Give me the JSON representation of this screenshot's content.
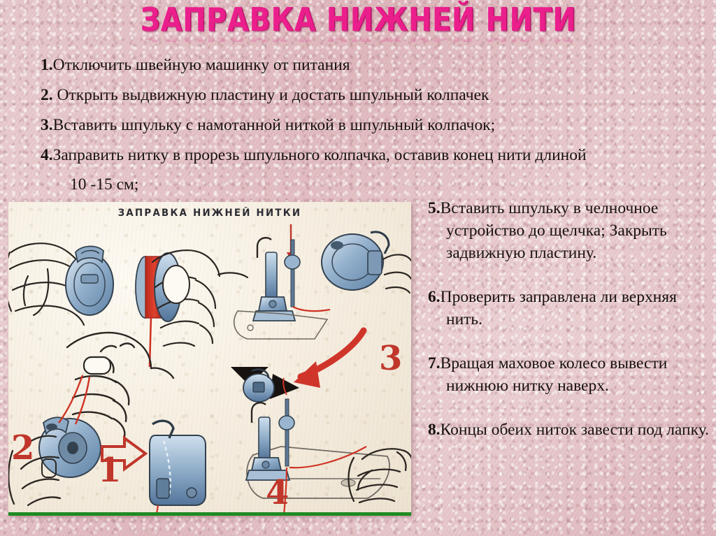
{
  "slide": {
    "title": "ЗАПРАВКА НИЖНЕЙ НИТИ",
    "background_color": "#e2bdc1",
    "title_color": "#ea1f8c"
  },
  "top_steps": [
    {
      "num": "1.",
      "text": "Отключить швейную машинку от питания"
    },
    {
      "num": "2.",
      "text": " Открыть выдвижную пластину и достать шпульный колпачек"
    },
    {
      "num": "3.",
      "text": "Вставить шпульку с намотанной ниткой в шпульный  колпачок;"
    },
    {
      "num": "4.",
      "text": "Заправить нитку в прорезь шпульного колпачка, оставив конец нити длиной"
    }
  ],
  "top_step_4_continuation": "10 -15 см;",
  "right_steps": [
    {
      "num": "5.",
      "text": "Вставить шпульку в челночное устройство до щелчка; Закрыть задвижную пластину."
    },
    {
      "num": "6.",
      "text": "Проверить заправлена ли верхняя нить."
    },
    {
      "num": "7.",
      "text": "Вращая маховое колесо вывести нижнюю нитку наверх."
    },
    {
      "num": "8.",
      "text": "Концы обеих ниток завести под лапку."
    }
  ],
  "diagram": {
    "caption": "ЗАПРАВКА НИЖНЕЙ НИТКИ",
    "border_color": "#1f8a22",
    "number_color": "#c0362b",
    "step_numbers": [
      "1",
      "2",
      "3",
      "4"
    ],
    "panels": [
      {
        "number": "1",
        "description": "Руки держат шпульный колпачок и шпульку с красной ниткой"
      },
      {
        "number": "2",
        "description": "Рука заправляет нитку в прорезь шпульного колпачка; красная стрелка к колпачку"
      },
      {
        "number": "3",
        "description": "Шпульный колпачок вставляется в челночное устройство; красная стрелка вниз"
      },
      {
        "number": "4",
        "description": "Нижняя нитка выводится наверх под лапкой машины"
      }
    ]
  }
}
